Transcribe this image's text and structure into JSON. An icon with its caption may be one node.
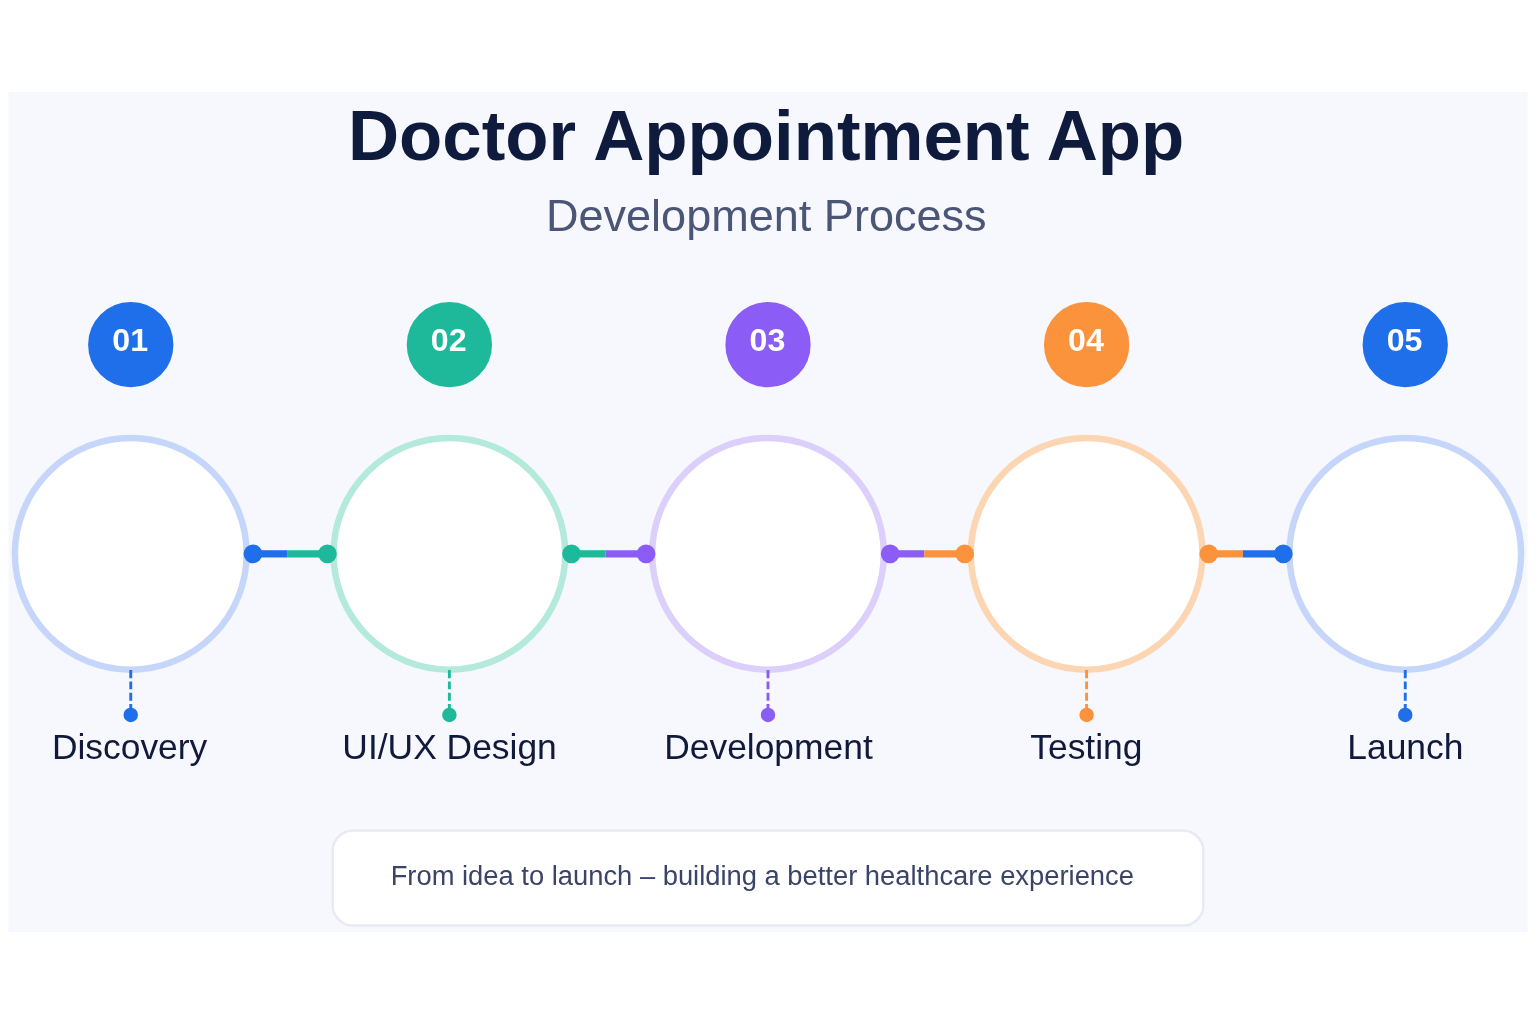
{
  "diagram": {
    "title": "Doctor Appointment App",
    "nodes": [
      {
        "text": [
          "01"
        ]
      },
      {
        "text": [],
        "shape": "circle"
      },
      {
        "text": [
          "Discovery"
        ]
      },
      {
        "text": [
          "02"
        ]
      },
      {
        "text": [],
        "shape": "circle"
      },
      {
        "text": [
          "UI/UX Design"
        ]
      },
      {
        "text": [
          "03"
        ]
      },
      {
        "text": [],
        "shape": "circle"
      },
      {
        "text": [
          "Development"
        ]
      },
      {
        "text": [
          "04"
        ]
      },
      {
        "text": [],
        "shape": "circle"
      },
      {
        "text": [
          "Testing"
        ]
      },
      {
        "text": [
          "05"
        ]
      },
      {
        "text": [],
        "shape": "circle"
      },
      {
        "text": [
          "Launch"
        ]
      },
      {
        "text": [
          "From idea to launch – building a better healthcare experience"
        ]
      }
    ],
    "edges": [
      {
        "from": 1,
        "to": 4,
        "arrow": "other",
        "style": "thick",
        "color": "#1db99a"
      },
      {
        "from": 4,
        "to": 7,
        "arrow": "other",
        "style": "thick",
        "color": "#8b5cf6"
      },
      {
        "from": 7,
        "to": 10,
        "arrow": "other",
        "style": "thick",
        "color": "#fb923c"
      },
      {
        "from": 10,
        "to": 13,
        "arrow": "other",
        "style": "thick",
        "color": "#1f6feb"
      },
      {
        "from": 1,
        "to": 2,
        "arrow": "other",
        "style": "dashed",
        "color": "#1f6feb"
      },
      {
        "from": 4,
        "to": 5,
        "arrow": "other",
        "style": "dashed",
        "color": "#1db99a"
      },
      {
        "from": 7,
        "to": 8,
        "arrow": "other",
        "style": "dashed",
        "color": "#8b5cf6"
      },
      {
        "from": 10,
        "to": 11,
        "arrow": "other",
        "style": "dashed",
        "color": "#fb923c"
      },
      {
        "from": 13,
        "to": 14,
        "arrow": "other",
        "style": "dashed",
        "color": "#1f6feb"
      }
    ],
    "labels": [
      "Development Process"
    ]
  }
}
